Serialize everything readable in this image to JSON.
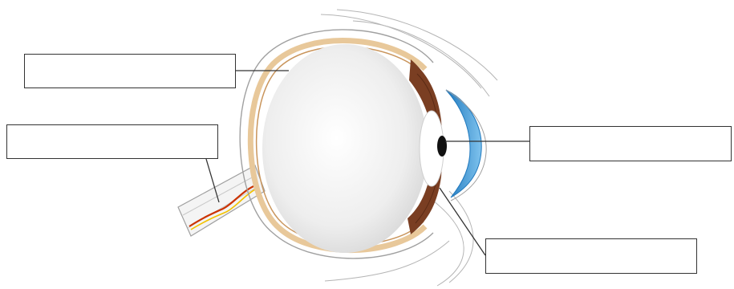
{
  "diagram": {
    "labels": [
      {
        "id": "top-left",
        "text": ""
      },
      {
        "id": "mid-left",
        "text": ""
      },
      {
        "id": "right",
        "text": ""
      },
      {
        "id": "bottom-right",
        "text": ""
      }
    ],
    "colors": {
      "sclera_tan": "#e8c89a",
      "choroid_line": "#c9955c",
      "iris_brown": "#7a3e22",
      "cornea_blue": "#2d8fd0",
      "pupil_black": "#111111",
      "nerve_red": "#cc3300",
      "nerve_yellow": "#f2c200",
      "eyeball_fill": "#efefef",
      "lens_white": "#ffffff",
      "outline_gray": "#a0a0a0"
    }
  }
}
